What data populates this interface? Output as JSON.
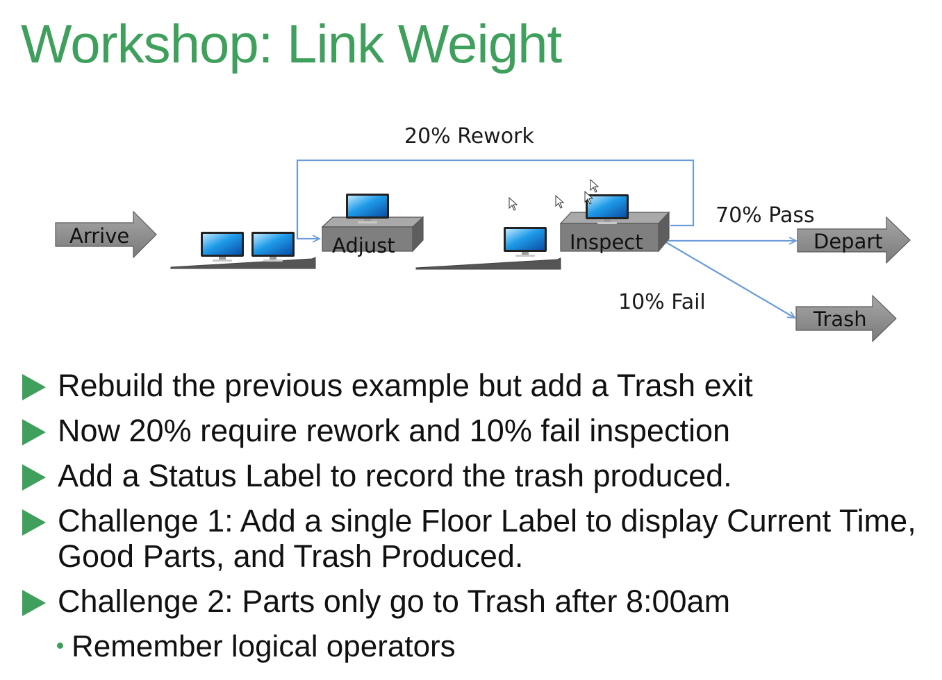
{
  "title": "Workshop: Link Weight",
  "diagram": {
    "nodes": {
      "arrive": "Arrive",
      "adjust": "Adjust",
      "inspect": "Inspect",
      "depart": "Depart",
      "trash": "Trash"
    },
    "links": {
      "rework": "20% Rework",
      "pass": "70% Pass",
      "fail": "10% Fail"
    }
  },
  "bullets": [
    "Rebuild the previous example but add a Trash exit",
    "Now 20% require rework and 10% fail inspection",
    "Add a Status Label to record the trash produced.",
    "Challenge 1: Add a single Floor Label to display Current Time, Good Parts, and Trash Produced.",
    "Challenge 2: Parts only go to Trash after 8:00am"
  ],
  "sub_bullet": "Remember logical operators",
  "colors": {
    "accent": "#3f9f5c",
    "link_line": "#6b9bd8",
    "arrow_fill": "#8c8c8c",
    "box_fill": "#7f7f7f"
  }
}
